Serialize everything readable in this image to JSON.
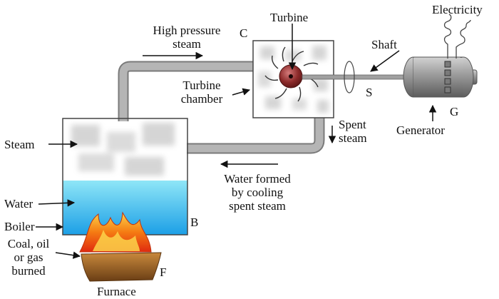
{
  "labels": {
    "turbine": "Turbine",
    "electricity": "Electricity",
    "high_pressure_steam": "High pressure\nsteam",
    "c": "C",
    "shaft": "Shaft",
    "turbine_chamber": "Turbine\nchamber",
    "s": "S",
    "g": "G",
    "spent_steam": "Spent\nsteam",
    "generator": "Generator",
    "steam": "Steam",
    "water_formed": "Water formed\nby cooling\nspent steam",
    "water": "Water",
    "boiler": "Boiler",
    "b": "B",
    "coal": "Coal, oil\nor gas\nburned",
    "f": "F",
    "furnace": "Furnace"
  },
  "colors": {
    "pipe": "#b5b5b5",
    "pipe_edge": "#7a7a7a",
    "water_top": "#8fe6f7",
    "water_bottom": "#1c9fe6",
    "rotor": "#8c2a2a",
    "generator": "#9a9a9a",
    "flame": "#f57a12",
    "furnace": "#8a5a28"
  }
}
